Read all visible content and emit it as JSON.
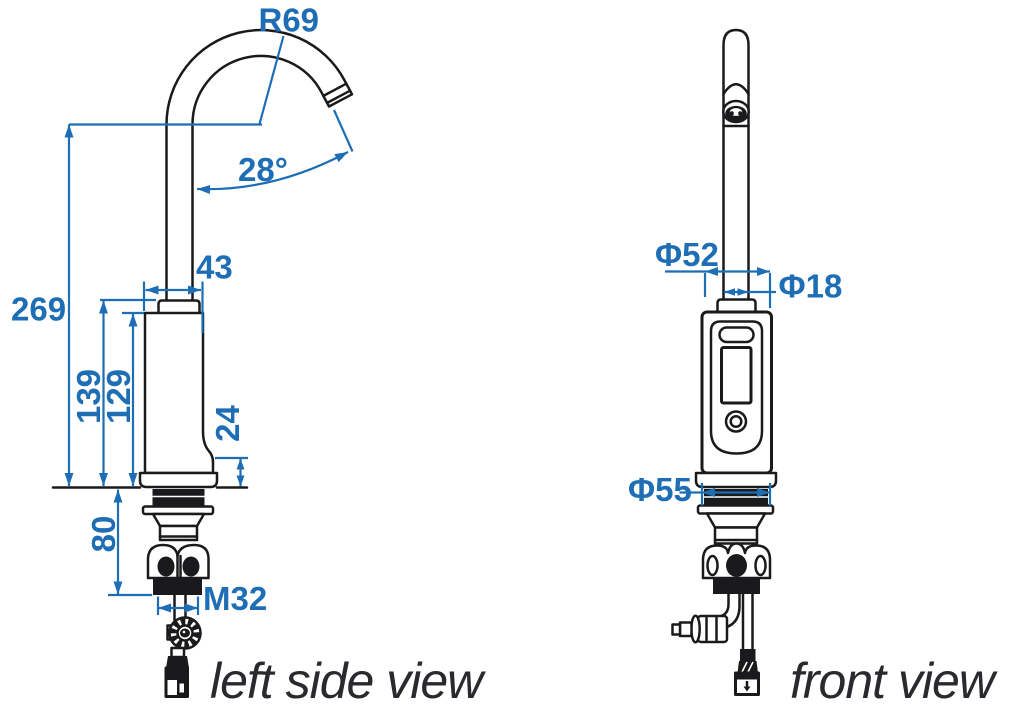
{
  "views": {
    "left_side": {
      "label": "left side view",
      "dims": {
        "spout_radius": "R69",
        "spout_angle": "28°",
        "overall_height": "269",
        "spout_connection_width": "43",
        "height_to_spout_base": "139",
        "body_height": "129",
        "base_step_height": "24",
        "under_counter_length": "80",
        "mounting_thread": "M32"
      }
    },
    "front": {
      "label": "front view",
      "dims": {
        "body_diameter": "Φ52",
        "spout_diameter": "Φ18",
        "base_diameter": "Φ55"
      }
    }
  },
  "colors": {
    "dimension_accent": "#1e6eb5",
    "outline": "#1a1a1d",
    "view_label": "#2a2a2e",
    "background": "#ffffff"
  }
}
